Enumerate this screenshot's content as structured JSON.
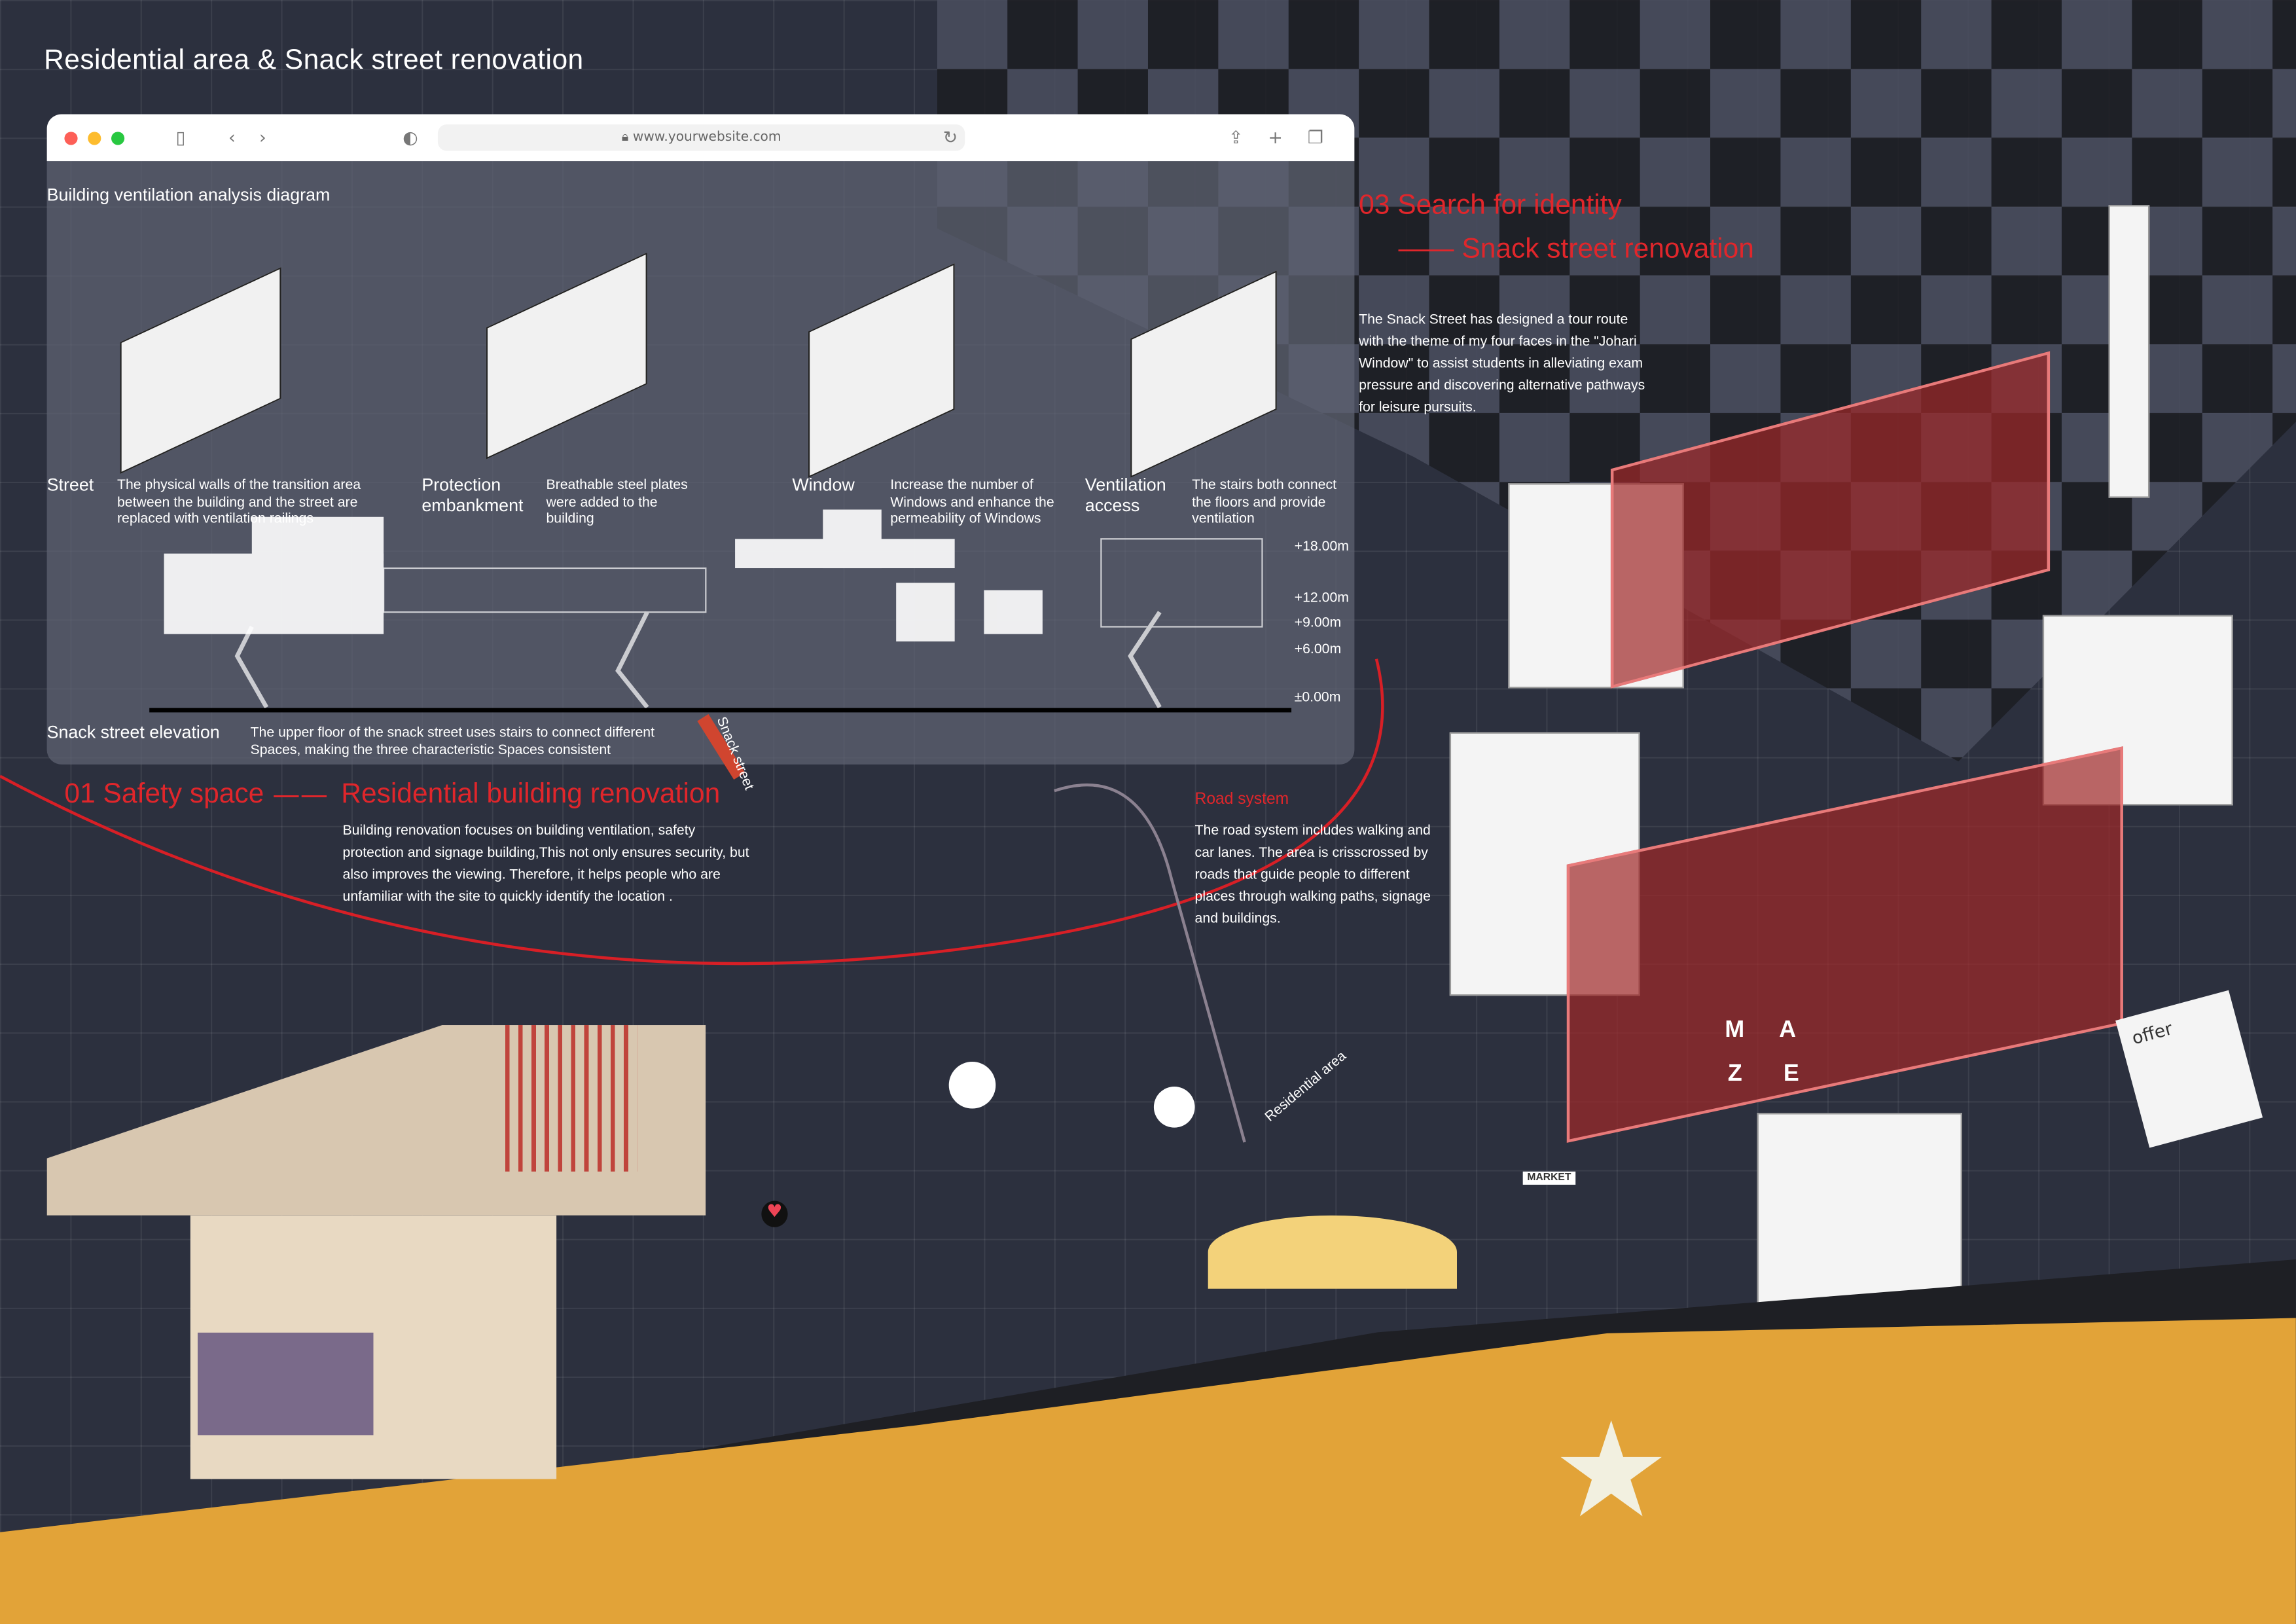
{
  "poster_title": "Residential area & Snack street renovation",
  "browser": {
    "url": "www.yourwebsite.com",
    "dot_colors": [
      "#fd5f57",
      "#fdbc2e",
      "#28c840"
    ],
    "icons": [
      "sidebar-icon",
      "back-icon",
      "forward-icon",
      "shield-icon",
      "lock-icon",
      "reload-icon",
      "share-icon",
      "new-tab-icon",
      "tabs-icon"
    ]
  },
  "ventilation": {
    "heading": "Building ventilation analysis diagram",
    "items": [
      {
        "label": "Street",
        "desc": "The physical walls of the transition area between the building and the street are replaced with ventilation railings"
      },
      {
        "label": "Protection embankment",
        "desc": "Breathable steel plates were added to the building"
      },
      {
        "label": "Window",
        "desc": "Increase the number of Windows and enhance the permeability of Windows"
      },
      {
        "label": "Ventilation access",
        "desc": "The stairs both connect the floors and provide ventilation"
      }
    ]
  },
  "elevation": {
    "label": "Snack street elevation",
    "desc": "The upper floor of the snack street uses stairs to connect different Spaces, making the three characteristic Spaces consistent",
    "levels": [
      "+18.00m",
      "+12.00m",
      "+9.00m",
      "+6.00m",
      "±0.00m"
    ]
  },
  "section03": {
    "title": "03 Search for identity",
    "subtitle": "—— Snack street renovation",
    "desc": "The Snack Street has designed a tour route with the theme of my four faces in the \"Johari Window\" to assist students in alleviating exam pressure and discovering alternative pathways for leisure pursuits."
  },
  "section01": {
    "title": "01 Safety space",
    "dash": "——",
    "subtitle": "Residential building renovation",
    "desc": "Building renovation focuses on building ventilation, safety protection and signage building,This not only ensures security, but also improves the viewing. Therefore, it helps people who are unfamiliar with the site to quickly identify the location ."
  },
  "road": {
    "title": "Road system",
    "desc": "The road system includes walking and car lanes. The area is crisscrossed by roads that guide people to different places through walking paths, signage and buildings."
  },
  "map_labels": {
    "snack_street": "Snack street",
    "residential_area": "Residential area"
  },
  "signs": {
    "maze": [
      "M",
      "A",
      "Z",
      "E"
    ],
    "offer": "offer",
    "market": "MARKET"
  },
  "colors": {
    "accent_red": "#e0262b",
    "background": "#2c303e",
    "ground": "#e2a338"
  }
}
